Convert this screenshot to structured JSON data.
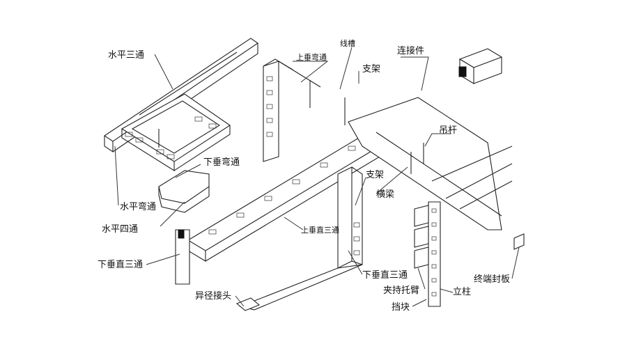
{
  "labels": {
    "horizontal_tee": "水平三通",
    "upper_vertical_elbow": "上垂弯通",
    "cable_tray": "线槽",
    "support_top": "支架",
    "connector": "连接件",
    "hanger_rod": "吊杆",
    "lower_vertical_elbow": "下垂弯通",
    "horizontal_elbow": "水平弯通",
    "horizontal_cross": "水平四通",
    "support_mid": "支架",
    "cross_beam": "横梁",
    "upper_vertical_tee": "上垂直三通",
    "lower_vertical_tee_left": "下垂直三通",
    "lower_vertical_tee_right": "下垂直三通",
    "reducer": "异径接头",
    "clamp_bracket": "夹持托臂",
    "column": "立柱",
    "end_cap": "终端封板",
    "stopper": "挡块"
  }
}
